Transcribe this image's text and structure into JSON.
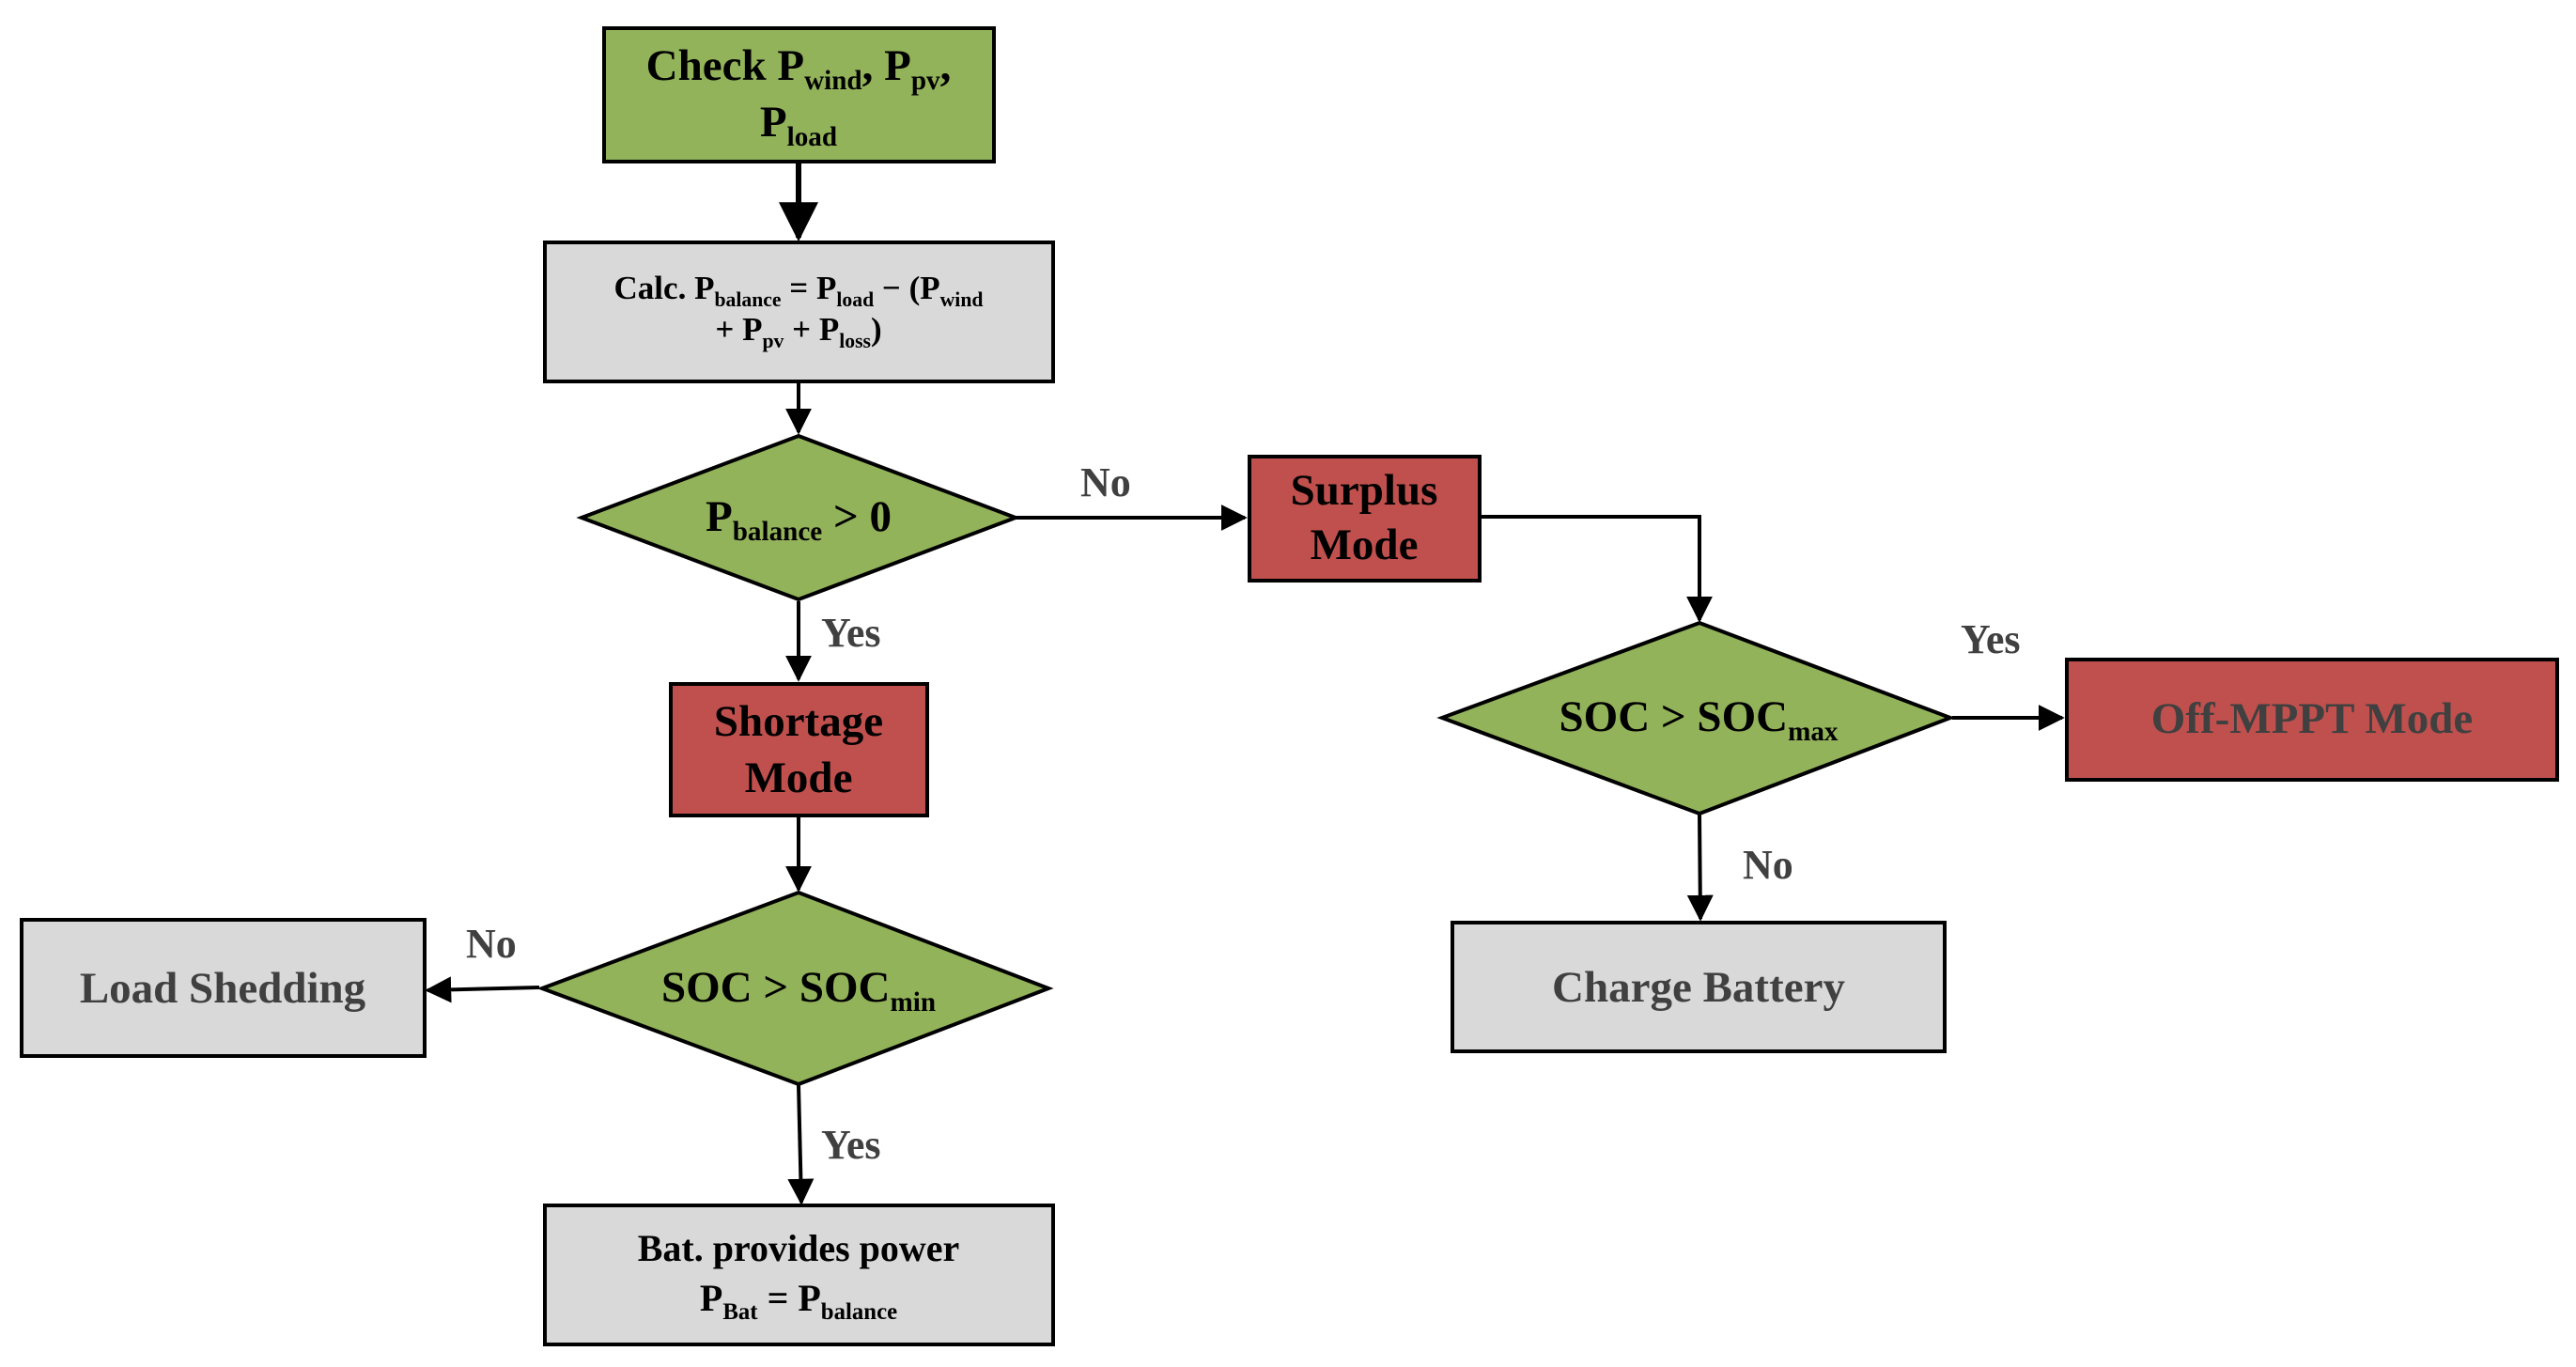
{
  "colors": {
    "green": "#92b35a",
    "red": "#c0504d",
    "gray": "#d9d9d9",
    "stroke": "#000000",
    "gray_text": "#404040"
  },
  "nodes": {
    "check": {
      "line1_a": "Check P",
      "line1_sub1": "wind",
      "line1_b": ", P",
      "line1_sub2": "pv",
      "line1_c": ",",
      "line2_a": "P",
      "line2_sub": "load"
    },
    "calc": {
      "line1_a": "Calc. P",
      "line1_sub1": "balance",
      "line1_b": " = P",
      "line1_sub2": "load",
      "line1_c": " − (P",
      "line1_sub3": "wind",
      "line2_a": "+ P",
      "line2_sub1": "pv",
      "line2_b": " + P",
      "line2_sub2": "loss",
      "line2_c": ")"
    },
    "decision_balance": {
      "a": "P",
      "sub": "balance",
      "b": " > 0"
    },
    "shortage": {
      "line1": "Shortage",
      "line2": "Mode"
    },
    "surplus": {
      "line1": "Surplus",
      "line2": "Mode"
    },
    "decision_soc_min": {
      "a": "SOC > SOC",
      "sub": "min"
    },
    "decision_soc_max": {
      "a": "SOC > SOC",
      "sub": "max"
    },
    "load_shedding": {
      "label": "Load Shedding"
    },
    "off_mppt": {
      "label": "Off-MPPT Mode"
    },
    "charge_battery": {
      "label": "Charge Battery"
    },
    "bat_provides": {
      "line1": "Bat. provides power",
      "line2_a": "P",
      "line2_sub1": "Bat",
      "line2_b": " = P",
      "line2_sub2": "balance"
    }
  },
  "edges": {
    "balance_no": "No",
    "balance_yes": "Yes",
    "soc_min_no": "No",
    "soc_min_yes": "Yes",
    "soc_max_yes": "Yes",
    "soc_max_no": "No"
  }
}
